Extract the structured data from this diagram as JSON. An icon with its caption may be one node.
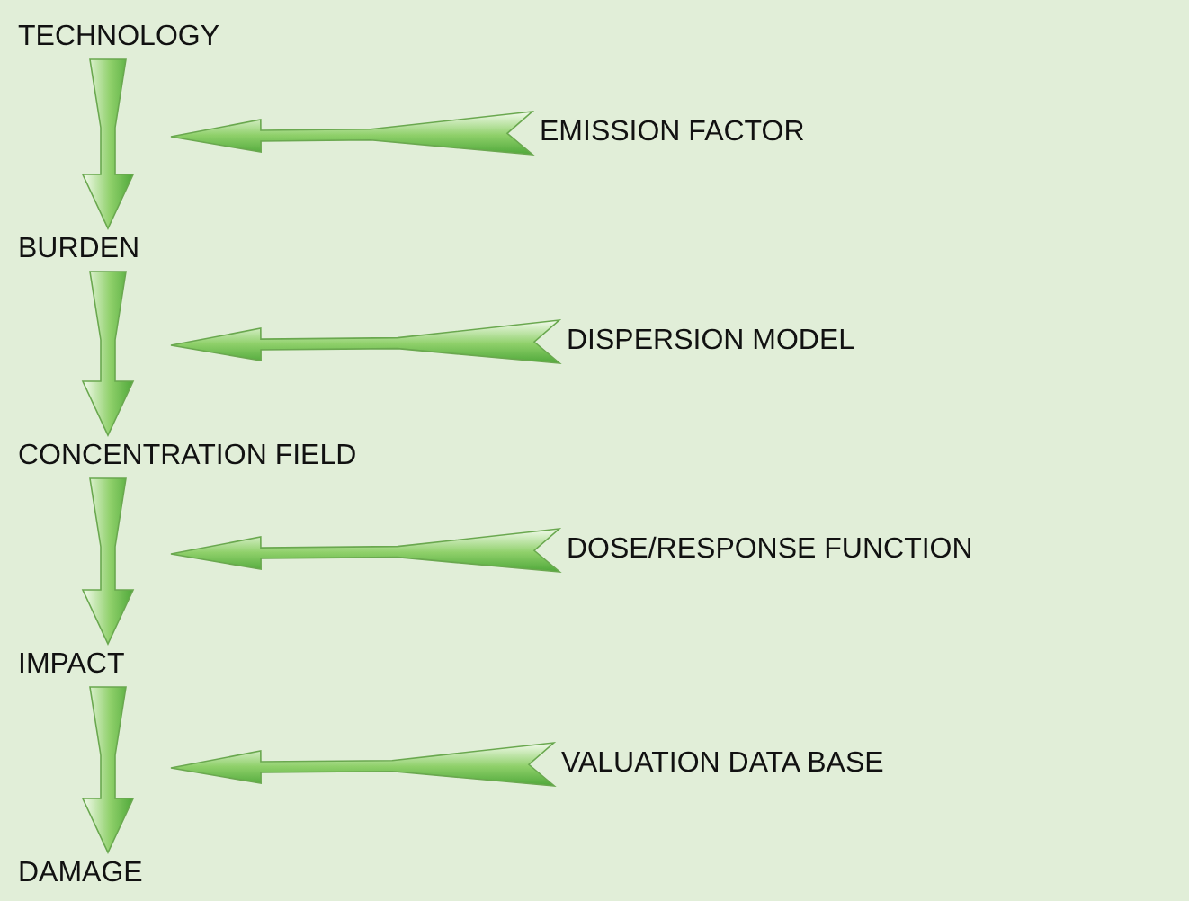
{
  "diagram": {
    "nodes": [
      {
        "text": [
          "TECHNOLOGY"
        ]
      },
      {
        "text": [
          "BURDEN"
        ]
      },
      {
        "text": [
          "CONCENTRATION FIELD"
        ]
      },
      {
        "text": [
          "IMPACT"
        ]
      },
      {
        "text": [
          "DAMAGE"
        ]
      },
      {
        "text": [
          "EMISSION FACTOR"
        ]
      },
      {
        "text": [
          "DISPERSION MODEL"
        ]
      },
      {
        "text": [
          "DOSE/RESPONSE FUNCTION"
        ]
      },
      {
        "text": [
          "VALUATION DATA BASE"
        ]
      }
    ],
    "edges": [
      {
        "from": 0,
        "to": 1,
        "arrow": "to"
      },
      {
        "from": 1,
        "to": 2,
        "arrow": "to"
      },
      {
        "from": 2,
        "to": 3,
        "arrow": "to"
      },
      {
        "from": 3,
        "to": 4,
        "arrow": "to"
      },
      {
        "from": 5,
        "to": null,
        "arrow": "to"
      },
      {
        "from": 6,
        "to": null,
        "arrow": "to"
      },
      {
        "from": 7,
        "to": null,
        "arrow": "to"
      },
      {
        "from": 8,
        "to": null,
        "arrow": "to"
      }
    ]
  }
}
